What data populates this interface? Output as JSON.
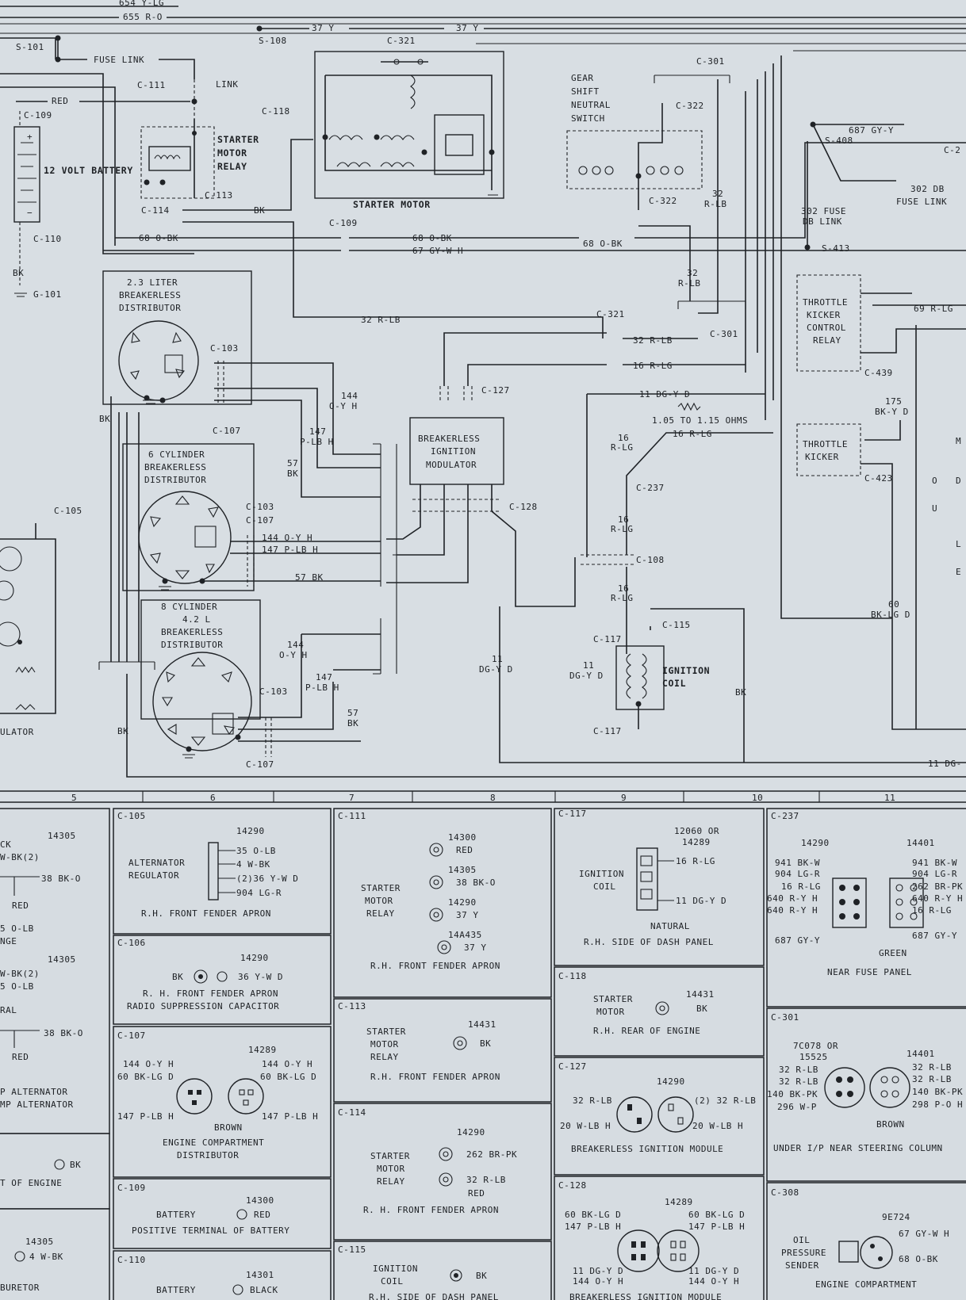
{
  "wires_top": {
    "w654": "654 Y-LG",
    "w655": "655 R-O",
    "w37a": "37 Y",
    "w37b": "37 Y",
    "s101": "S-101",
    "s108": "S-108",
    "c321a": "C-321",
    "fuse_link": "FUSE LINK",
    "link": "LINK",
    "c111": "C-111",
    "red": "RED",
    "c109a": "C-109",
    "c118": "C-118",
    "battery": "12 VOLT BATTERY",
    "c110": "C-110",
    "bk1": "BK",
    "g101": "G-101",
    "starter_relay": [
      "STARTER",
      "MOTOR",
      "RELAY"
    ],
    "c114": "C-114",
    "c113": "C-113",
    "bk2": "BK",
    "starter_motor": "STARTER MOTOR",
    "c109b": "C-109",
    "w68a": "68 O-BK",
    "w68b": "68 O-BK",
    "w68c": "68 O-BK",
    "w67": "67 GY-W H",
    "s413": "S-413",
    "gear_switch": [
      "GEAR",
      "SHIFT",
      "NEUTRAL",
      "SWITCH"
    ],
    "c301a": "C-301",
    "c322a": "C-322",
    "c322b": "C-322",
    "w32a": [
      "32",
      "R-LB"
    ],
    "w32b": [
      "32",
      "R-LB"
    ],
    "s408": "S-408",
    "w687": "687 GY-Y",
    "c2x": "C-2",
    "fuse302": [
      "302 FUSE",
      "DB  LINK"
    ],
    "w302": "302 DB",
    "fuse_link2": "FUSE LINK"
  },
  "ignition": {
    "dist23": [
      "2.3 LITER",
      "BREAKERLESS",
      "DISTRIBUTOR"
    ],
    "c103a": "C-103",
    "c107a": "C-107",
    "w144a": [
      "144",
      "O-Y H"
    ],
    "w147a": [
      "147",
      "P-LB H"
    ],
    "w57a": [
      "57",
      "BK"
    ],
    "bk3": "BK",
    "w32c": "32 R-LB",
    "c321b": "C-321",
    "w32d": "32 R-LB",
    "c301b": "C-301",
    "w16a": "16 R-LG",
    "c127": "C-127",
    "module": [
      "BREAKERLESS",
      "IGNITION",
      "MODULATOR"
    ],
    "w11a": "11 DG-Y D",
    "ohms": "1.05 TO 1.15 OHMS",
    "w16b": "16 R-LG",
    "w16c": [
      "16",
      "R-LG"
    ],
    "c237": "C-237",
    "c128": "C-128",
    "dist6": [
      "6 CYLINDER",
      "BREAKERLESS",
      "DISTRIBUTOR"
    ],
    "c103b": "C-103",
    "c107b": "C-107",
    "w144b": "144 O-Y H",
    "w147b": "147 P-LB H",
    "w57b": "57 BK",
    "w16d": [
      "16",
      "R-LG"
    ],
    "c108": "C-108",
    "w16e": [
      "16",
      "R-LG"
    ],
    "c115": "C-115",
    "c117a": "C-117",
    "coil": [
      "IGNITION",
      "COIL"
    ],
    "w11b": [
      "11",
      "DG-Y D"
    ],
    "w11c": [
      "11",
      "DG-Y D"
    ],
    "c117b": "C-117",
    "bk4": "BK",
    "dist8": [
      "8 CYLINDER",
      "4.2 L",
      "BREAKERLESS",
      "DISTRIBUTOR"
    ],
    "w144c": [
      "144",
      "O-Y H"
    ],
    "w147c": [
      "147",
      "P-LB H"
    ],
    "c103c": "C-103",
    "w57c": [
      "57",
      "BK"
    ],
    "c107c": "C-107",
    "bk5": "BK",
    "c105": "C-105",
    "regulator": "ULATOR",
    "tk_relay": [
      "THROTTLE",
      "KICKER",
      "CONTROL",
      "RELAY"
    ],
    "w69": "69 R-LG",
    "c439": "C-439",
    "w175": [
      "175",
      "BK-Y D"
    ],
    "tk": [
      "THROTTLE",
      "KICKER"
    ],
    "c423": "C-423",
    "module_v": [
      "M",
      "O",
      "D",
      "U",
      "L",
      "E"
    ],
    "w60": [
      "60",
      "BK-LG D"
    ],
    "w11d": "11 DG-"
  },
  "grid": {
    "numbers": [
      "5",
      "6",
      "7",
      "8",
      "9",
      "10",
      "11"
    ]
  },
  "panels": {
    "left1": [
      "CK",
      "W-BK(2)",
      "14305",
      "38 BK-O",
      "RED",
      "5 O-LB",
      "NGE"
    ],
    "left2": [
      "14305",
      "W-BK(2)",
      "5 O-LB",
      "RAL",
      "38 BK-O",
      "RED",
      "P ALTERNATOR",
      "MP ALTERNATOR"
    ],
    "left3": [
      "BK",
      "T OF ENGINE"
    ],
    "left4": [
      "14305",
      "4 W-BK",
      "BURETOR"
    ],
    "c105": {
      "id": "C-105",
      "part": "14290",
      "name": [
        "ALTERNATOR",
        "REGULATOR"
      ],
      "pins": [
        "35 O-LB",
        "4 W-BK",
        "(2)36 Y-W D",
        "904 LG-R"
      ],
      "loc": "R.H. FRONT FENDER APRON"
    },
    "c106": {
      "id": "C-106",
      "part": "14290",
      "bk": "BK",
      "wire": "36 Y-W D",
      "loc": "R. H. FRONT FENDER APRON",
      "note": "RADIO SUPPRESSION CAPACITOR"
    },
    "c107": {
      "id": "C-107",
      "part": "14289",
      "l1": "144 O-Y H",
      "l2": "60 BK-LG D",
      "l3": "147 P-LB H",
      "r1": "144 O-Y H",
      "r2": "60 BK-LG D",
      "r3": "147 P-LB H",
      "brown": "BROWN",
      "loc1": "ENGINE COMPARTMENT",
      "loc2": "DISTRIBUTOR"
    },
    "c109": {
      "id": "C-109",
      "part": "14300",
      "name": "BATTERY",
      "wire": "RED",
      "loc": "POSITIVE TERMINAL OF BATTERY"
    },
    "c110": {
      "id": "C-110",
      "part": "14301",
      "name": "BATTERY",
      "wire": "BLACK"
    },
    "c111": {
      "id": "C-111",
      "name": [
        "STARTER",
        "MOTOR",
        "RELAY"
      ],
      "p1": "14300",
      "w1": "RED",
      "p2": "14305",
      "w2": "38 BK-O",
      "p3": "14290",
      "w3": "37 Y",
      "p4": "14A435",
      "w4": "37 Y",
      "loc": "R.H. FRONT FENDER APRON"
    },
    "c113": {
      "id": "C-113",
      "part": "14431",
      "name": [
        "STARTER",
        "MOTOR",
        "RELAY"
      ],
      "wire": "BK",
      "loc": "R.H. FRONT FENDER APRON"
    },
    "c114": {
      "id": "C-114",
      "part": "14290",
      "name": [
        "STARTER",
        "MOTOR",
        "RELAY"
      ],
      "w1": "262 BR-PK",
      "w2": "32 R-LB",
      "w3": "RED",
      "loc": "R. H. FRONT FENDER APRON"
    },
    "c115": {
      "id": "C-115",
      "name": [
        "IGNITION",
        "COIL"
      ],
      "wire": "BK",
      "loc": "R.H. SIDE OF DASH PANEL"
    },
    "c117": {
      "id": "C-117",
      "part": [
        "12060 OR",
        "14289"
      ],
      "name": [
        "IGNITION",
        "COIL"
      ],
      "w1": "16 R-LG",
      "w2": "11 DG-Y D",
      "natural": "NATURAL",
      "loc": "R.H. SIDE OF DASH PANEL"
    },
    "c118": {
      "id": "C-118",
      "part": "14431",
      "name": [
        "STARTER",
        "MOTOR"
      ],
      "wire": "BK",
      "loc": "R.H. REAR OF ENGINE"
    },
    "c127": {
      "id": "C-127",
      "part": "14290",
      "l1": "32 R-LB",
      "l2": "20 W-LB H",
      "r1": "(2) 32 R-LB",
      "r2": "20 W-LB H",
      "loc": "BREAKERLESS IGNITION MODULE"
    },
    "c128": {
      "id": "C-128",
      "part": "14289",
      "l1": "60 BK-LG D",
      "l2": "147 P-LB H",
      "l3": "11 DG-Y D",
      "l4": "144 O-Y H",
      "r1": "60 BK-LG D",
      "r2": "147 P-LB H",
      "r3": "11 DG-Y D",
      "r4": "144 O-Y H",
      "loc": "BREAKERLESS IGNITION MODULE"
    },
    "c237": {
      "id": "C-237",
      "p1": "14290",
      "p2": "14401",
      "l": [
        "941 BK-W",
        "904 LG-R",
        "16 R-LG",
        "640 R-Y H",
        "640 R-Y H"
      ],
      "r": [
        "941 BK-W",
        "904 LG-R",
        "262 BR-PK",
        "640 R-Y H",
        "16 R-LG"
      ],
      "g1": "687 GY-Y",
      "g2": "687 GY-Y",
      "green": "GREEN",
      "loc": "NEAR FUSE PANEL"
    },
    "c301": {
      "id": "C-301",
      "p1": [
        "7C078 OR",
        "15525"
      ],
      "p2": "14401",
      "l": [
        "32 R-LB",
        "32 R-LB",
        "140 BK-PK",
        "296 W-P"
      ],
      "r": [
        "32 R-LB",
        "32 R-LB",
        "140 BK-PK",
        "298 P-O H"
      ],
      "brown": "BROWN",
      "loc": "UNDER I/P NEAR STEERING COLUMN"
    },
    "c308": {
      "id": "C-308",
      "part": "9E724",
      "name": [
        "OIL",
        "PRESSURE",
        "SENDER"
      ],
      "w1": "67 GY-W H",
      "w2": "68 O-BK",
      "loc": "ENGINE COMPARTMENT"
    }
  }
}
